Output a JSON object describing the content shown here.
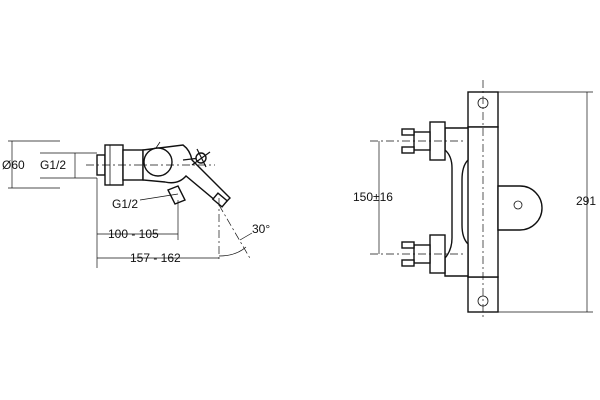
{
  "dimensions": {
    "diameter": "Ø60",
    "thread_inlet": "G1/2",
    "thread_outlet": "G1/2",
    "projection_short": "100 - 105",
    "projection_long": "157 - 162",
    "angle": "30°",
    "center_distance": "150±16",
    "height": "291"
  }
}
